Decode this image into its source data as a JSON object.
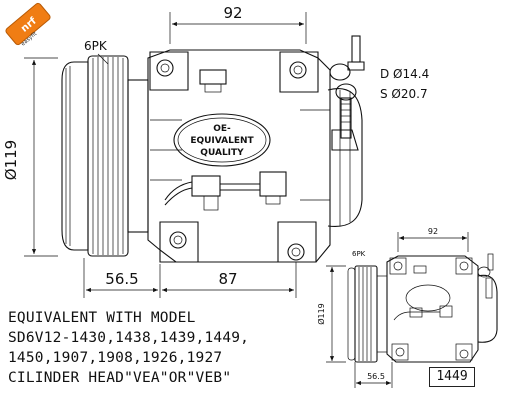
{
  "logo": {
    "text": "nrf",
    "sub": "easyfit"
  },
  "main_view": {
    "dims": {
      "top_width": "92",
      "height": "Ø119",
      "left_bottom": "56.5",
      "right_bottom": "87",
      "pulley_label": "6PK"
    },
    "port_labels": {
      "d": "D Ø14.4",
      "s": "S Ø20.7"
    },
    "stamp": {
      "line1": "OE-",
      "line2": "EQUIVALENT",
      "line3": "QUALITY"
    }
  },
  "thumbnail": {
    "top_width": "92",
    "height": "Ø119",
    "left_bottom": "56.5",
    "pulley_label": "6PK",
    "part_number": "1449"
  },
  "info": {
    "line1": "EQUIVALENT WITH MODEL",
    "line2": "SD6V12-1430,1438,1439,1449,",
    "line3": "1450,1907,1908,1926,1927",
    "line4": "CILINDER HEAD\"VEA\"OR\"VEB\""
  },
  "colors": {
    "logo_orange": "#f07d14",
    "line": "#111111"
  }
}
